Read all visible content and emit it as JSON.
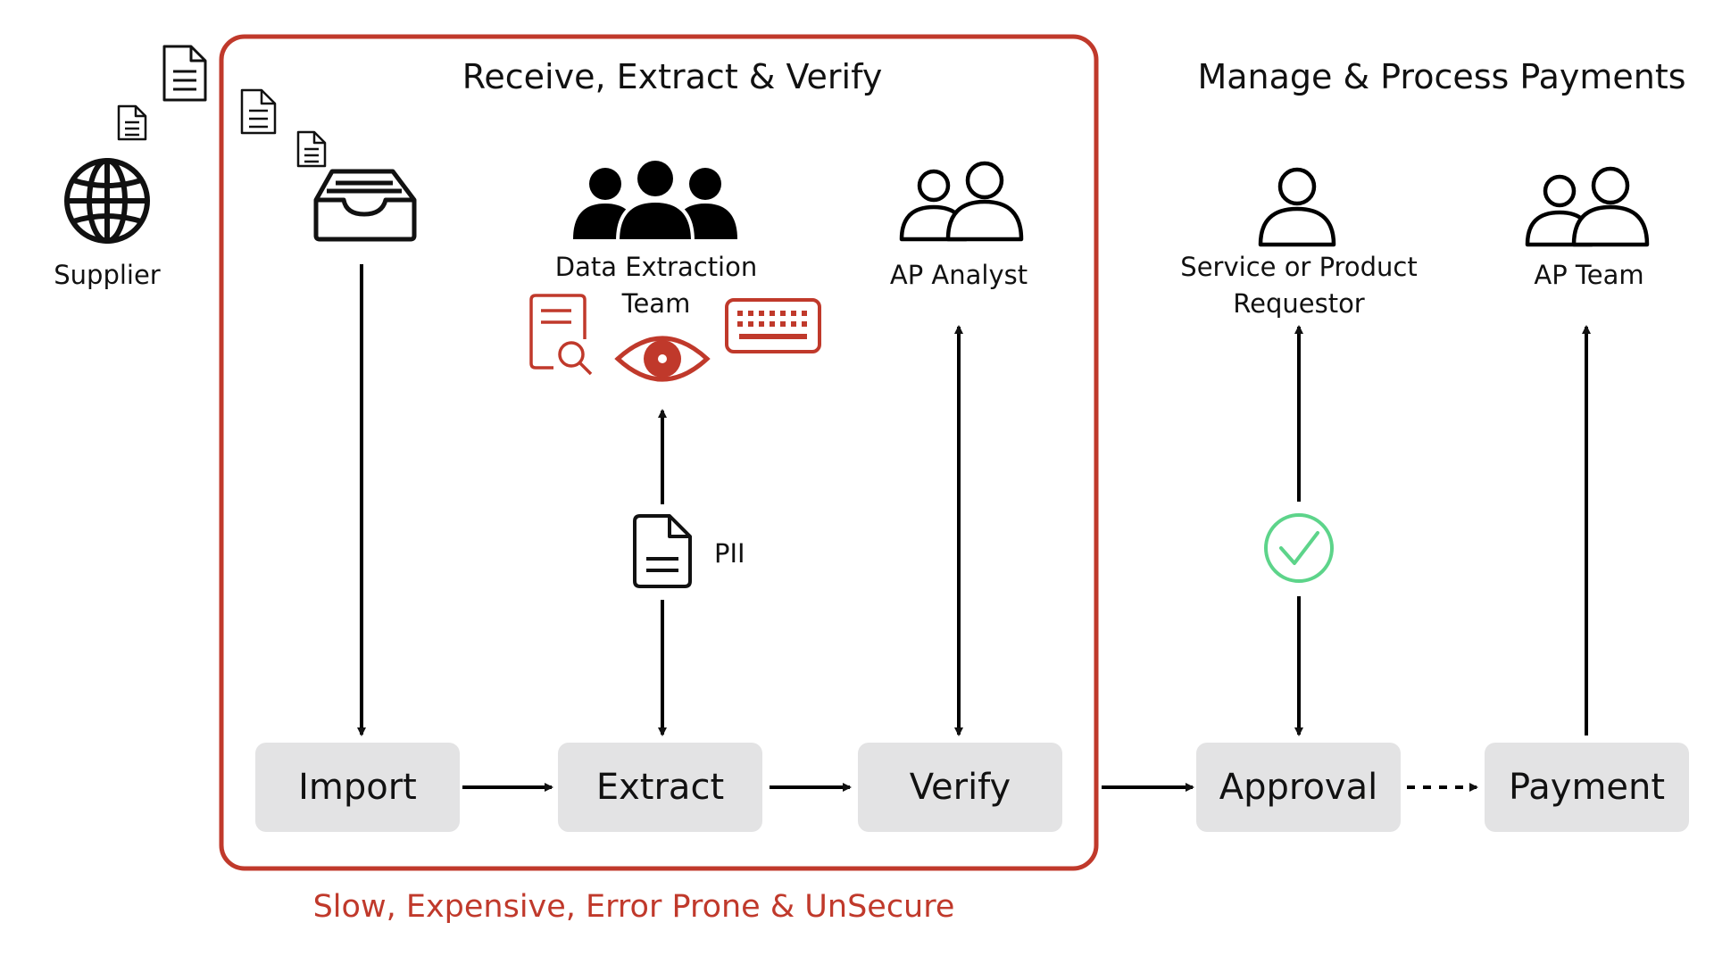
{
  "colors": {
    "highlight": "#c0392b",
    "box": "#e3e3e4",
    "check": "#5dd48a",
    "ink": "#111111"
  },
  "sections": {
    "receive_title": "Receive, Extract & Verify",
    "manage_title": "Manage & Process Payments"
  },
  "actors": {
    "supplier": "Supplier",
    "data_team_line1": "Data Extraction",
    "data_team_line2": "Team",
    "ap_analyst": "AP Analyst",
    "requestor_line1": "Service or Product",
    "requestor_line2": "Requestor",
    "ap_team": "AP Team"
  },
  "steps": {
    "import": "Import",
    "extract": "Extract",
    "verify": "Verify",
    "approval": "Approval",
    "payment": "Payment"
  },
  "labels": {
    "pii": "PII",
    "bottom_note": "Slow, Expensive, Error Prone & UnSecure"
  },
  "icons": [
    "globe-icon",
    "document-icon",
    "inbox-tray-icon",
    "group-people-icon",
    "document-search-icon",
    "eye-icon",
    "keyboard-icon",
    "two-users-icon",
    "user-icon",
    "check-circle-icon"
  ]
}
